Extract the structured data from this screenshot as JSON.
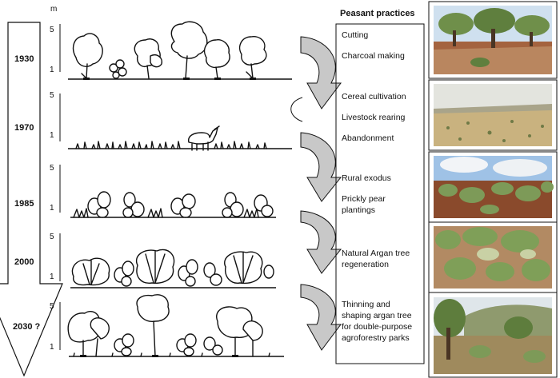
{
  "unit_label": "m",
  "header": "Peasant practices",
  "panels": [
    {
      "year": "1930",
      "scale_top": "5",
      "scale_bottom": "1",
      "practices": [
        "Cutting",
        "Charcoal making"
      ]
    },
    {
      "year": "1970",
      "scale_top": "5",
      "scale_bottom": "1",
      "practices": [
        "Cereal cultivation",
        "Livestock rearing",
        "Abandonment"
      ]
    },
    {
      "year": "1985",
      "scale_top": "5",
      "scale_bottom": "1",
      "practices": [
        "Rural exodus",
        "Prickly pear",
        "plantings"
      ]
    },
    {
      "year": "2000",
      "scale_top": "5",
      "scale_bottom": "1",
      "practices": [
        "Natural Argan tree",
        "regeneration"
      ]
    },
    {
      "year": "2030 ?",
      "scale_top": "5",
      "scale_bottom": "1",
      "practices": [
        "Thinning and",
        "shaping argan tree",
        "for double-purpose",
        "agroforestry parks"
      ]
    }
  ],
  "photos": [
    {
      "description_icon": "argan-woodland-photo"
    },
    {
      "description_icon": "steppe-photo"
    },
    {
      "description_icon": "prickly-pear-field-photo"
    },
    {
      "description_icon": "regeneration-photo"
    },
    {
      "description_icon": "agroforestry-park-photo"
    }
  ],
  "colors": {
    "ink": "#111111",
    "arrow_fill": "#c8c8c8",
    "soil": "#a4633f",
    "vegetation": "#6f8f4a",
    "sky": "#cfe0ef"
  }
}
